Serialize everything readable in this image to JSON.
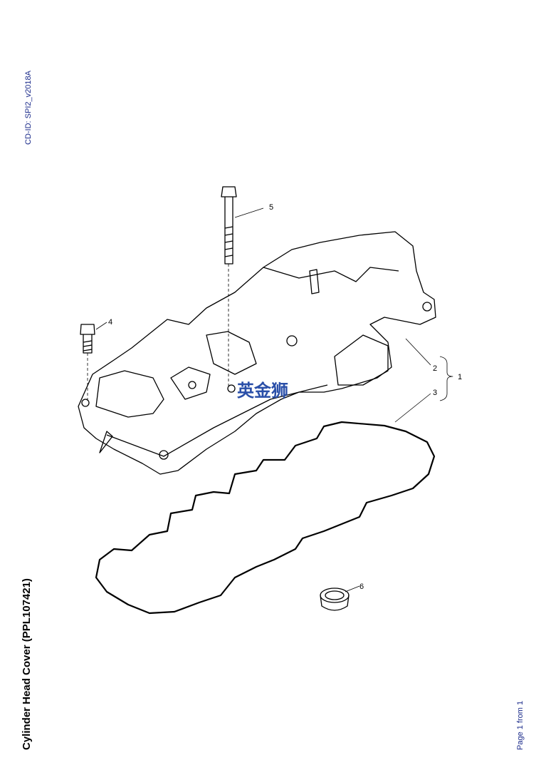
{
  "header": {
    "cd_id": "CD-ID: SPI2_v2018A"
  },
  "title": "Cylinder Head Cover (PPL107421)",
  "footer": {
    "page": "Page 1 from 1"
  },
  "watermark": "英金狮",
  "callouts": [
    "1",
    "2",
    "3",
    "4",
    "5",
    "6"
  ]
}
